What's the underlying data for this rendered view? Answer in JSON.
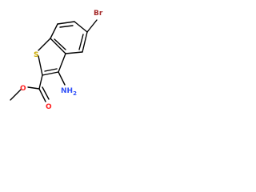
{
  "colors": {
    "bond": "#000000",
    "carbon": "#000000",
    "sulfur": "#c9a800",
    "bromine": "#a52a2a",
    "nitrogen": "#3050f8",
    "oxygen": "#ff2020",
    "hydrogen": "#3050f8"
  },
  "atoms": {
    "br": "Br",
    "s": "S",
    "n_h": "NH",
    "h_sub": "2",
    "o_carbonyl": "O",
    "o_ester": "O"
  }
}
